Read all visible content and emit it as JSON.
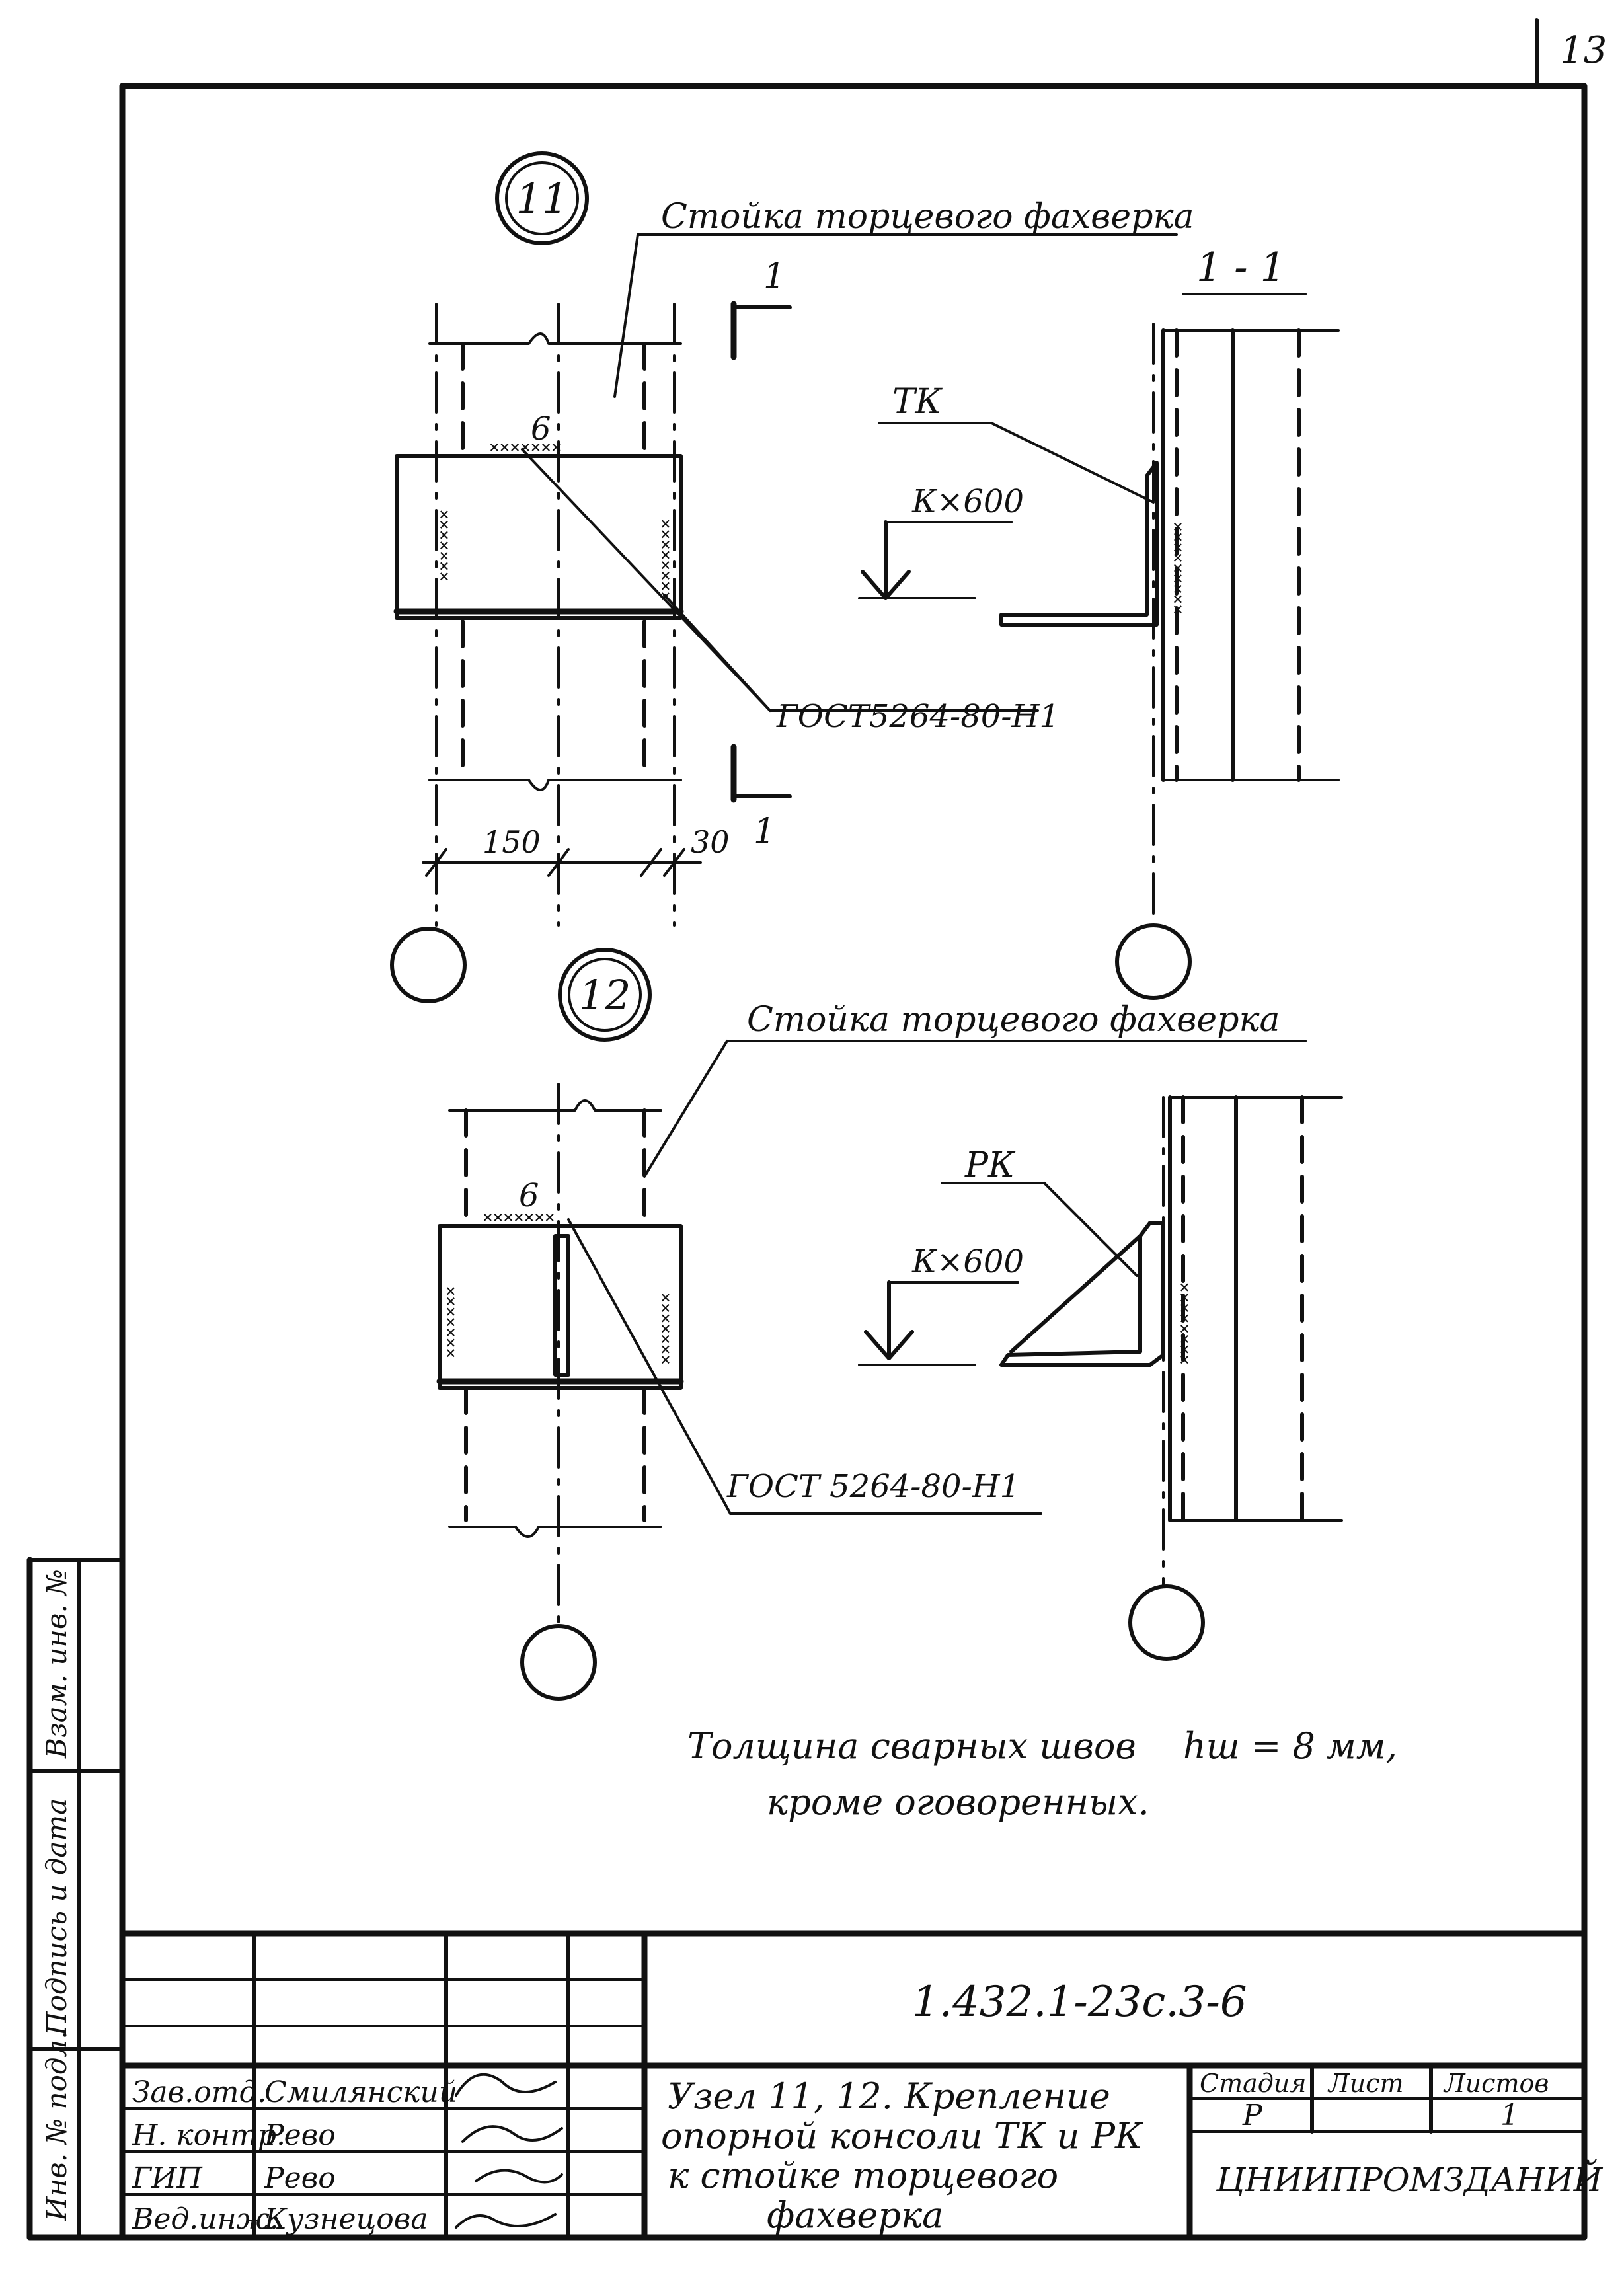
{
  "sheet": {
    "page_number": "13"
  },
  "node11": {
    "number": "11",
    "label": "Стойка торцевого фахверка",
    "section_mark": "1",
    "section_title": "1 - 1",
    "console": "ТК",
    "weld_leg": "К×600",
    "standard": "ГОСТ5264-80-Н1",
    "weld_size": "6",
    "dim_left": "150",
    "dim_right": "30"
  },
  "node12": {
    "number": "12",
    "label": "Стойка торцевого фахверка",
    "console": "РК",
    "weld_leg": "К×600",
    "standard": "ГОСТ 5264-80-Н1",
    "weld_size": "6"
  },
  "note": {
    "line1": "Толщина сварных швов",
    "formula": "hш = 8 мм,",
    "line2": "кроме оговоренных."
  },
  "side_stamp": {
    "inv_podl": "Инв. № подл.",
    "podpis": "Подпись и дата",
    "vzam": "Взам. инв. №"
  },
  "title_block": {
    "code": "1.432.1-23с.3-6",
    "title_lines": [
      "Узел 11, 12. Крепление",
      "опорной консоли ТК и РК",
      "к стойке торцевого",
      "фахверка"
    ],
    "stage_header": "Стадия",
    "sheet_header": "Лист",
    "sheets_header": "Листов",
    "stage": "Р",
    "sheets": "1",
    "org": "ЦНИИПРОМЗДАНИЙ",
    "staff": [
      {
        "role": "Зав.отд.",
        "name": "Смилянский"
      },
      {
        "role": "Н. контр.",
        "name": "Рево"
      },
      {
        "role": "ГИП",
        "name": "Рево"
      },
      {
        "role": "Вед.инж.",
        "name": "Кузнецова"
      }
    ]
  }
}
